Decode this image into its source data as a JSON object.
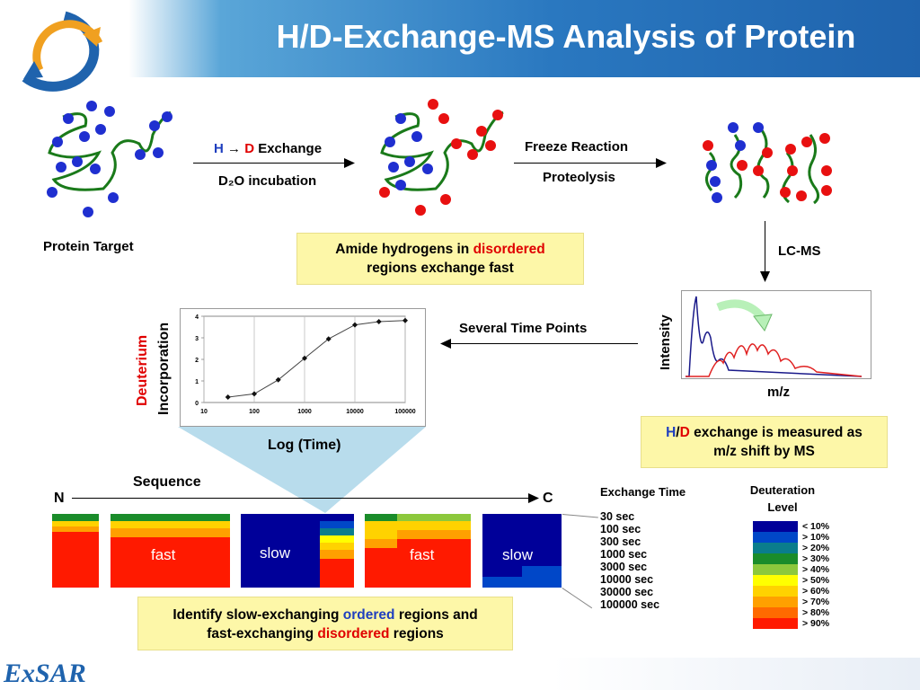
{
  "header": {
    "title": "H/D-Exchange-MS Analysis of Protein",
    "logo_text": "ExSAR",
    "colors": {
      "banner": "#1f63ad",
      "logo_blue": "#1f63ad",
      "logo_orange": "#f0a020"
    }
  },
  "workflow": {
    "protein_target": "Protein Target",
    "step1_line1_h": "H",
    "step1_line1_arrow": "→",
    "step1_line1_d": "D",
    "step1_line1_rest": "Exchange",
    "step1_line2": "D₂O incubation",
    "step2_line1": "Freeze Reaction",
    "step2_line2": "Proteolysis",
    "lcms": "LC-MS",
    "time_points": "Several Time Points",
    "note_amide_pre": "Amide hydrogens in",
    "note_amide_red": "disordered",
    "note_amide_post": "regions exchange fast",
    "note_hd_h": "H",
    "note_hd_slash": "/",
    "note_hd_d": "D",
    "note_hd_rest": "exchange is measured as",
    "note_hd_line2": "m/z shift by MS",
    "note_bottom_pre": "Identify slow-exchanging",
    "note_bottom_blue": "ordered",
    "note_bottom_mid": "regions and",
    "note_bottom_line2_pre": "fast-exchanging",
    "note_bottom_red": "disordered",
    "note_bottom_post": "regions"
  },
  "spectrum": {
    "ylabel": "Intensity",
    "xlabel": "m/z",
    "colors": {
      "undeuterated": "#1a1a8a",
      "deuterated": "#e02020",
      "arrow": "#b8f0b8"
    }
  },
  "chart_data": {
    "type": "scatter",
    "ylabel_red": "Deuterium",
    "ylabel": "Incorporation",
    "xlabel": "Log (Time)",
    "x_log": true,
    "x_ticks": [
      "10",
      "100",
      "1000",
      "10000",
      "100000"
    ],
    "y_ticks": [
      "0",
      "1",
      "2",
      "3",
      "4"
    ],
    "xlim": [
      10,
      100000
    ],
    "ylim": [
      0,
      4
    ],
    "x": [
      30,
      100,
      300,
      1000,
      3000,
      10000,
      30000,
      100000
    ],
    "y": [
      0.25,
      0.4,
      1.05,
      2.05,
      2.95,
      3.6,
      3.75,
      3.8
    ]
  },
  "sequence": {
    "label": "Sequence",
    "n_label": "N",
    "c_label": "C",
    "blocks": [
      {
        "label": ""
      },
      {
        "label": "fast"
      },
      {
        "label": "slow"
      },
      {
        "label": "fast"
      },
      {
        "label": "slow"
      }
    ]
  },
  "exchange_time": {
    "title": "Exchange Time",
    "values": [
      "30 sec",
      "100 sec",
      "300 sec",
      "1000 sec",
      "3000 sec",
      "10000 sec",
      "30000 sec",
      "100000 sec"
    ]
  },
  "deuteration_level": {
    "title_line1": "Deuteration",
    "title_line2": "Level",
    "levels": [
      "< 10%",
      "> 10%",
      "> 20%",
      "> 30%",
      "> 40%",
      "> 50%",
      "> 60%",
      "> 70%",
      "> 80%",
      "> 90%"
    ],
    "colors": [
      "#000099",
      "#0047c8",
      "#0a7d8c",
      "#1a8c2a",
      "#8cc83c",
      "#ffff00",
      "#ffd200",
      "#ffa000",
      "#ff6a00",
      "#ff1a00"
    ]
  }
}
